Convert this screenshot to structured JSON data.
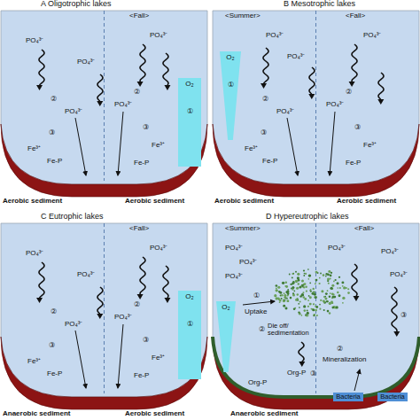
{
  "diagram": {
    "nodes": [
      {
        "text": [
          "O₂",
          "①"
        ]
      },
      {
        "text": [
          "O₂",
          "①"
        ]
      },
      {
        "text": [
          "O₂",
          "①"
        ]
      },
      {
        "text": [
          "O₂"
        ]
      },
      {
        "text": [
          "Bacteria"
        ]
      },
      {
        "text": [
          "Bacteria"
        ]
      }
    ],
    "labels": [
      "A Oligotrophic lakes",
      "<Fall>",
      "PO₄³⁻",
      "PO₄³⁻",
      "PO₄³⁻",
      "②",
      "PO₄³⁻",
      "③",
      "Fe³⁺",
      "Fe-P",
      "②",
      "PO₄³⁻",
      "③",
      "Fe³⁺",
      "Fe-P",
      "Aerobic sediment",
      "Aerobic sediment",
      "B Mesotrophic lakes",
      "<Summer>",
      "<Fall>",
      "PO₄³⁻",
      "PO₄³⁻",
      "PO₄³⁻",
      "②",
      "PO₄³⁻",
      "③",
      "Fe³⁺",
      "Fe-P",
      "②",
      "PO₄³⁻",
      "③",
      "Fe³⁺",
      "Fe-P",
      "Aerobic sediment",
      "Aerobic sediment",
      "C Eutrophic lakes",
      "<Fall>",
      "PO₄³⁻",
      "PO₄³⁻",
      "PO₄³⁻",
      "②",
      "PO₄³⁻",
      "③",
      "Fe³⁺",
      "Fe-P",
      "②",
      "PO₄³⁻",
      "③",
      "Fe³⁺",
      "Fe-P",
      "Anaerobic sediment",
      "Aerobic sediment",
      "D Hypereutrophic lakes",
      "<Summer>",
      "<Fall>",
      "PO₄³⁻",
      "PO₄³⁻",
      "PO₄³⁻",
      "①",
      "Uptake",
      "②",
      "Die off/ sedimentation",
      "Org-P",
      "③",
      "Org-P",
      "PO₄³⁻",
      "PO₄³⁻",
      "PO₄³⁻",
      "③",
      "②",
      "Mineralization",
      "Anaerobic sediment"
    ]
  }
}
